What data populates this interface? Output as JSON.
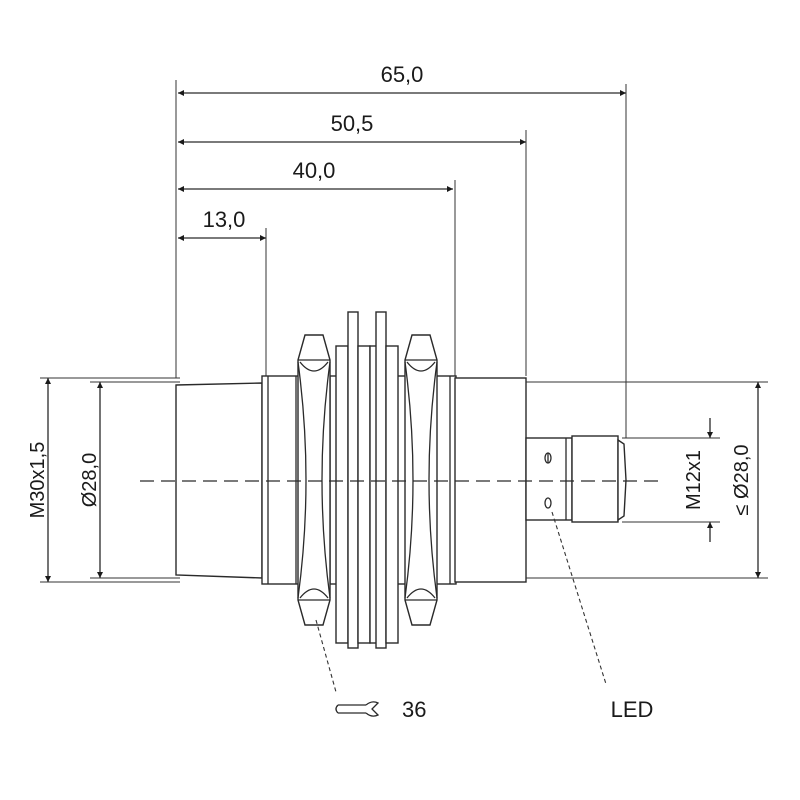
{
  "dimensions": {
    "overall_length": "65,0",
    "body_length": "50,5",
    "thread_length": "40,0",
    "sensing_face_length": "13,0",
    "thread_spec": "M30x1,5",
    "body_diameter": "28,0",
    "connector_thread": "M12x1",
    "connector_diameter_max": "28,0"
  },
  "symbols": {
    "diameter": "Ø",
    "less_equal": "≤"
  },
  "labels": {
    "wrench_size": "36",
    "led": "LED"
  }
}
